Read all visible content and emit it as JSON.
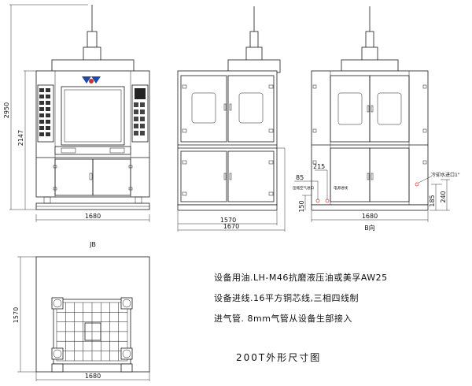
{
  "dimensions": {
    "front_total_height": "2950",
    "front_body_height": "2147",
    "front_width": "1680",
    "side_width_inner": "1570",
    "side_width_outer": "1670",
    "rear_width": "1680",
    "rear_dim_85": "85",
    "rear_dim_215": "215",
    "rear_dim_150": "150",
    "rear_dim_185": "185",
    "rear_dim_240": "240",
    "top_depth": "1570",
    "top_width": "1680"
  },
  "labels": {
    "front_view_label": "JB",
    "rear_view_label": "B向",
    "coolant_label": "冷却水进口1\"",
    "rear_small_1": "压缩空气进口",
    "rear_small_2": "电源进线"
  },
  "notes": {
    "line1": "设备用油.LH-M46抗磨液压油或美孚AW25",
    "line2": "设备进线.16平方铜芯线,三相四线制",
    "line3": "进气管.  8mm气管从设备生部接入"
  },
  "caption": "200T外形尺寸图",
  "colors": {
    "line": "#1a1a1a",
    "accent": "#c0392b",
    "logo_blue": "#1f4aa8"
  }
}
